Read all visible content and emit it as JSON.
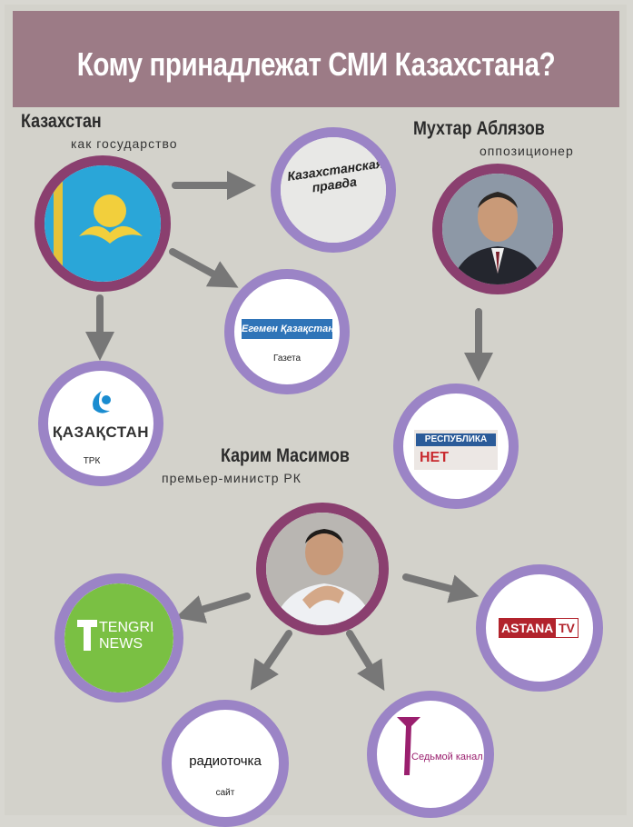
{
  "title": "Кому принадлежат СМИ Казахстана?",
  "colors": {
    "banner": "#9c7b86",
    "owner_ring": "#8a3f6f",
    "media_ring": "#9b84c6",
    "arrow": "#777777",
    "background": "#d3d2cb"
  },
  "owners": {
    "kazakhstan": {
      "name": "Казахстан",
      "role": "как государство"
    },
    "ablyazov": {
      "name": "Мухтар Аблязов",
      "role": "оппозиционер"
    },
    "masimov": {
      "name": "Карим Масимов",
      "role": "премьер-министр РК"
    }
  },
  "media": {
    "kazpravda": {
      "logo": "Казахстанская правда"
    },
    "egemen": {
      "logo": "Егемен Қазақстан",
      "caption": "Газета"
    },
    "kazakhstan_trk": {
      "logo": "ҚАЗАҚСТАН",
      "caption": "ТРК"
    },
    "respublika": {
      "logo": "РЕСПУБЛИКА",
      "extra": "НЕТ"
    },
    "tengri": {
      "logo_line1": "TENGRI",
      "logo_line2": "NEWS"
    },
    "astana_tv": {
      "logo_a": "ASTANA",
      "logo_b": "TV"
    },
    "radiotochka": {
      "logo": "радиоточка",
      "caption": "сайт"
    },
    "sedmoy": {
      "logo": "Седьмой канал"
    }
  }
}
